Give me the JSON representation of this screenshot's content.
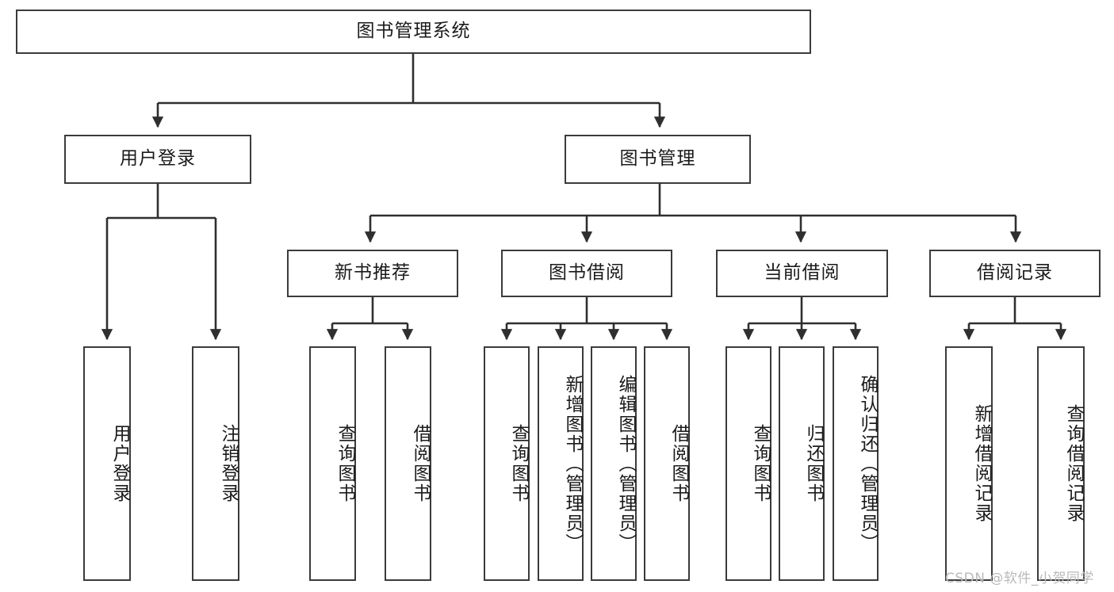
{
  "diagram": {
    "title": "图书管理系统",
    "type": "tree-hierarchy",
    "watermark": "CSDN @软件_小贺同学",
    "colors": {
      "border": "#3b3b3b",
      "background": "#ffffff",
      "text": "#1b1b1b",
      "edge": "#2f2f2f",
      "watermark": "#b9b9b9"
    },
    "nodes": {
      "root": {
        "label": "图书管理系统"
      },
      "level2": [
        {
          "id": "user-login",
          "label": "用户登录"
        },
        {
          "id": "book-manage",
          "label": "图书管理"
        }
      ],
      "level3": [
        {
          "id": "new-book-recommend",
          "label": "新书推荐"
        },
        {
          "id": "book-borrow",
          "label": "图书借阅"
        },
        {
          "id": "current-borrow",
          "label": "当前借阅"
        },
        {
          "id": "borrow-record",
          "label": "借阅记录"
        }
      ],
      "leaves": {
        "user-login": [
          {
            "id": "leaf-user-login",
            "label": "用户登录"
          },
          {
            "id": "leaf-logout-login",
            "label": "注销登录"
          }
        ],
        "new-book-recommend": [
          {
            "id": "leaf-query-book-1",
            "label": "查询图书"
          },
          {
            "id": "leaf-borrow-book-1",
            "label": "借阅图书"
          }
        ],
        "book-borrow": [
          {
            "id": "leaf-query-book-2",
            "label": "查询图书"
          },
          {
            "id": "leaf-add-book",
            "label": "新增图书（管理员）"
          },
          {
            "id": "leaf-edit-book",
            "label": "编辑图书（管理员）"
          },
          {
            "id": "leaf-borrow-book-2",
            "label": "借阅图书"
          }
        ],
        "current-borrow": [
          {
            "id": "leaf-query-book-3",
            "label": "查询图书"
          },
          {
            "id": "leaf-return-book",
            "label": "归还图书"
          },
          {
            "id": "leaf-confirm-return",
            "label": "确认归还（管理员）"
          }
        ],
        "borrow-record": [
          {
            "id": "leaf-add-record",
            "label": "新增借阅记录"
          },
          {
            "id": "leaf-query-record",
            "label": "查询借阅记录"
          }
        ]
      }
    }
  }
}
